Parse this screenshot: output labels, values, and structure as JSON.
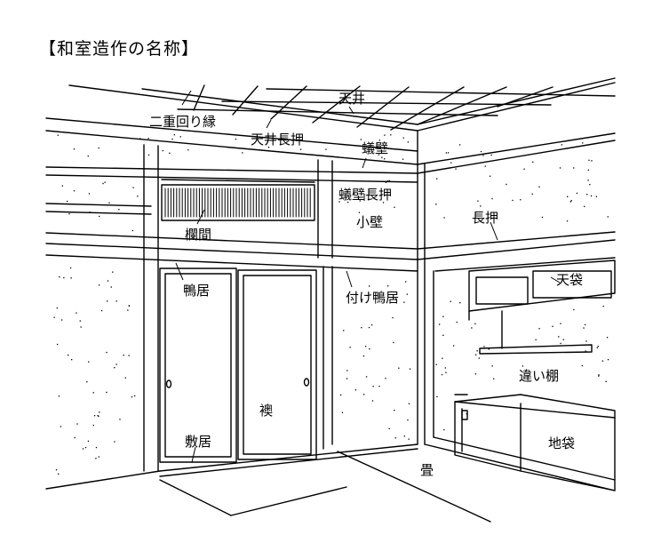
{
  "title": "【和室造作の名称】",
  "labels": {
    "tenjo": "天井",
    "nijumawaribuchi": "二重回り縁",
    "tenjo_nageshi": "天井長押",
    "arikabe": "蟻壁",
    "arikabe_nageshi": "蟻壁長押",
    "ramma": "欄間",
    "kokabe": "小壁",
    "nageshi": "長押",
    "kamoi": "鴨居",
    "tsuke_kamoi": "付け鴨居",
    "tenbukuro": "天袋",
    "chigaidana": "違い棚",
    "fusuma": "襖",
    "shikii": "敷居",
    "jibukuro": "地袋",
    "tatami": "畳"
  },
  "colors": {
    "line": "#000000",
    "background": "#ffffff"
  }
}
